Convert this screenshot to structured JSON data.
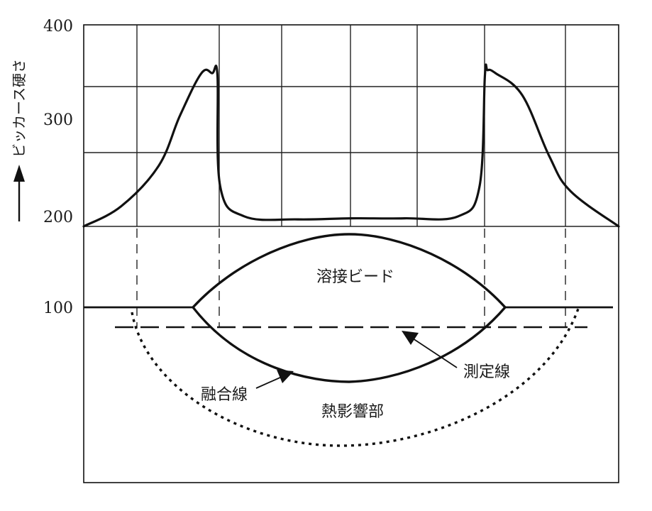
{
  "y_axis": {
    "label": "ビッカース硬さ",
    "ticks": [
      "400",
      "300",
      "200",
      "100"
    ]
  },
  "chart_data": {
    "type": "line",
    "ylabel": "ビッカース硬さ",
    "ylim": [
      200,
      400
    ],
    "yticks": [
      200,
      300,
      400
    ],
    "grid": true,
    "x": [
      0,
      0.07,
      0.14,
      0.18,
      0.22,
      0.24,
      0.25,
      0.255,
      0.3,
      0.4,
      0.5,
      0.6,
      0.7,
      0.74,
      0.75,
      0.755,
      0.77,
      0.82,
      0.87,
      0.91,
      1.0
    ],
    "y": [
      200,
      220,
      260,
      310,
      352,
      352,
      350,
      240,
      210,
      207,
      208,
      208,
      210,
      240,
      350,
      355,
      352,
      330,
      270,
      235,
      200
    ]
  },
  "labels": {
    "bead": "溶接ビード",
    "fusion_line": "融合線",
    "measure_line": "測定線",
    "haz": "熱影響部"
  }
}
